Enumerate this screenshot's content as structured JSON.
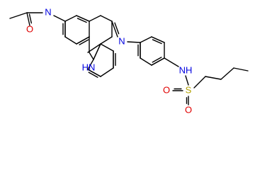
{
  "structure": {
    "atom_labels": {
      "amide_o": "O",
      "amide_n": "N",
      "imine_n": "N",
      "ring_nh": "HN",
      "sulfonamide_nh": "NH",
      "sulfonyl_s": "S",
      "sulfonyl_o_left": "O",
      "sulfonyl_o_bottom": "O"
    }
  },
  "colors": {
    "bond": "#000000",
    "oxygen": "#e00000",
    "nitrogen": "#0000e0",
    "sulfur": "#b0a000",
    "background": "#ffffff"
  }
}
